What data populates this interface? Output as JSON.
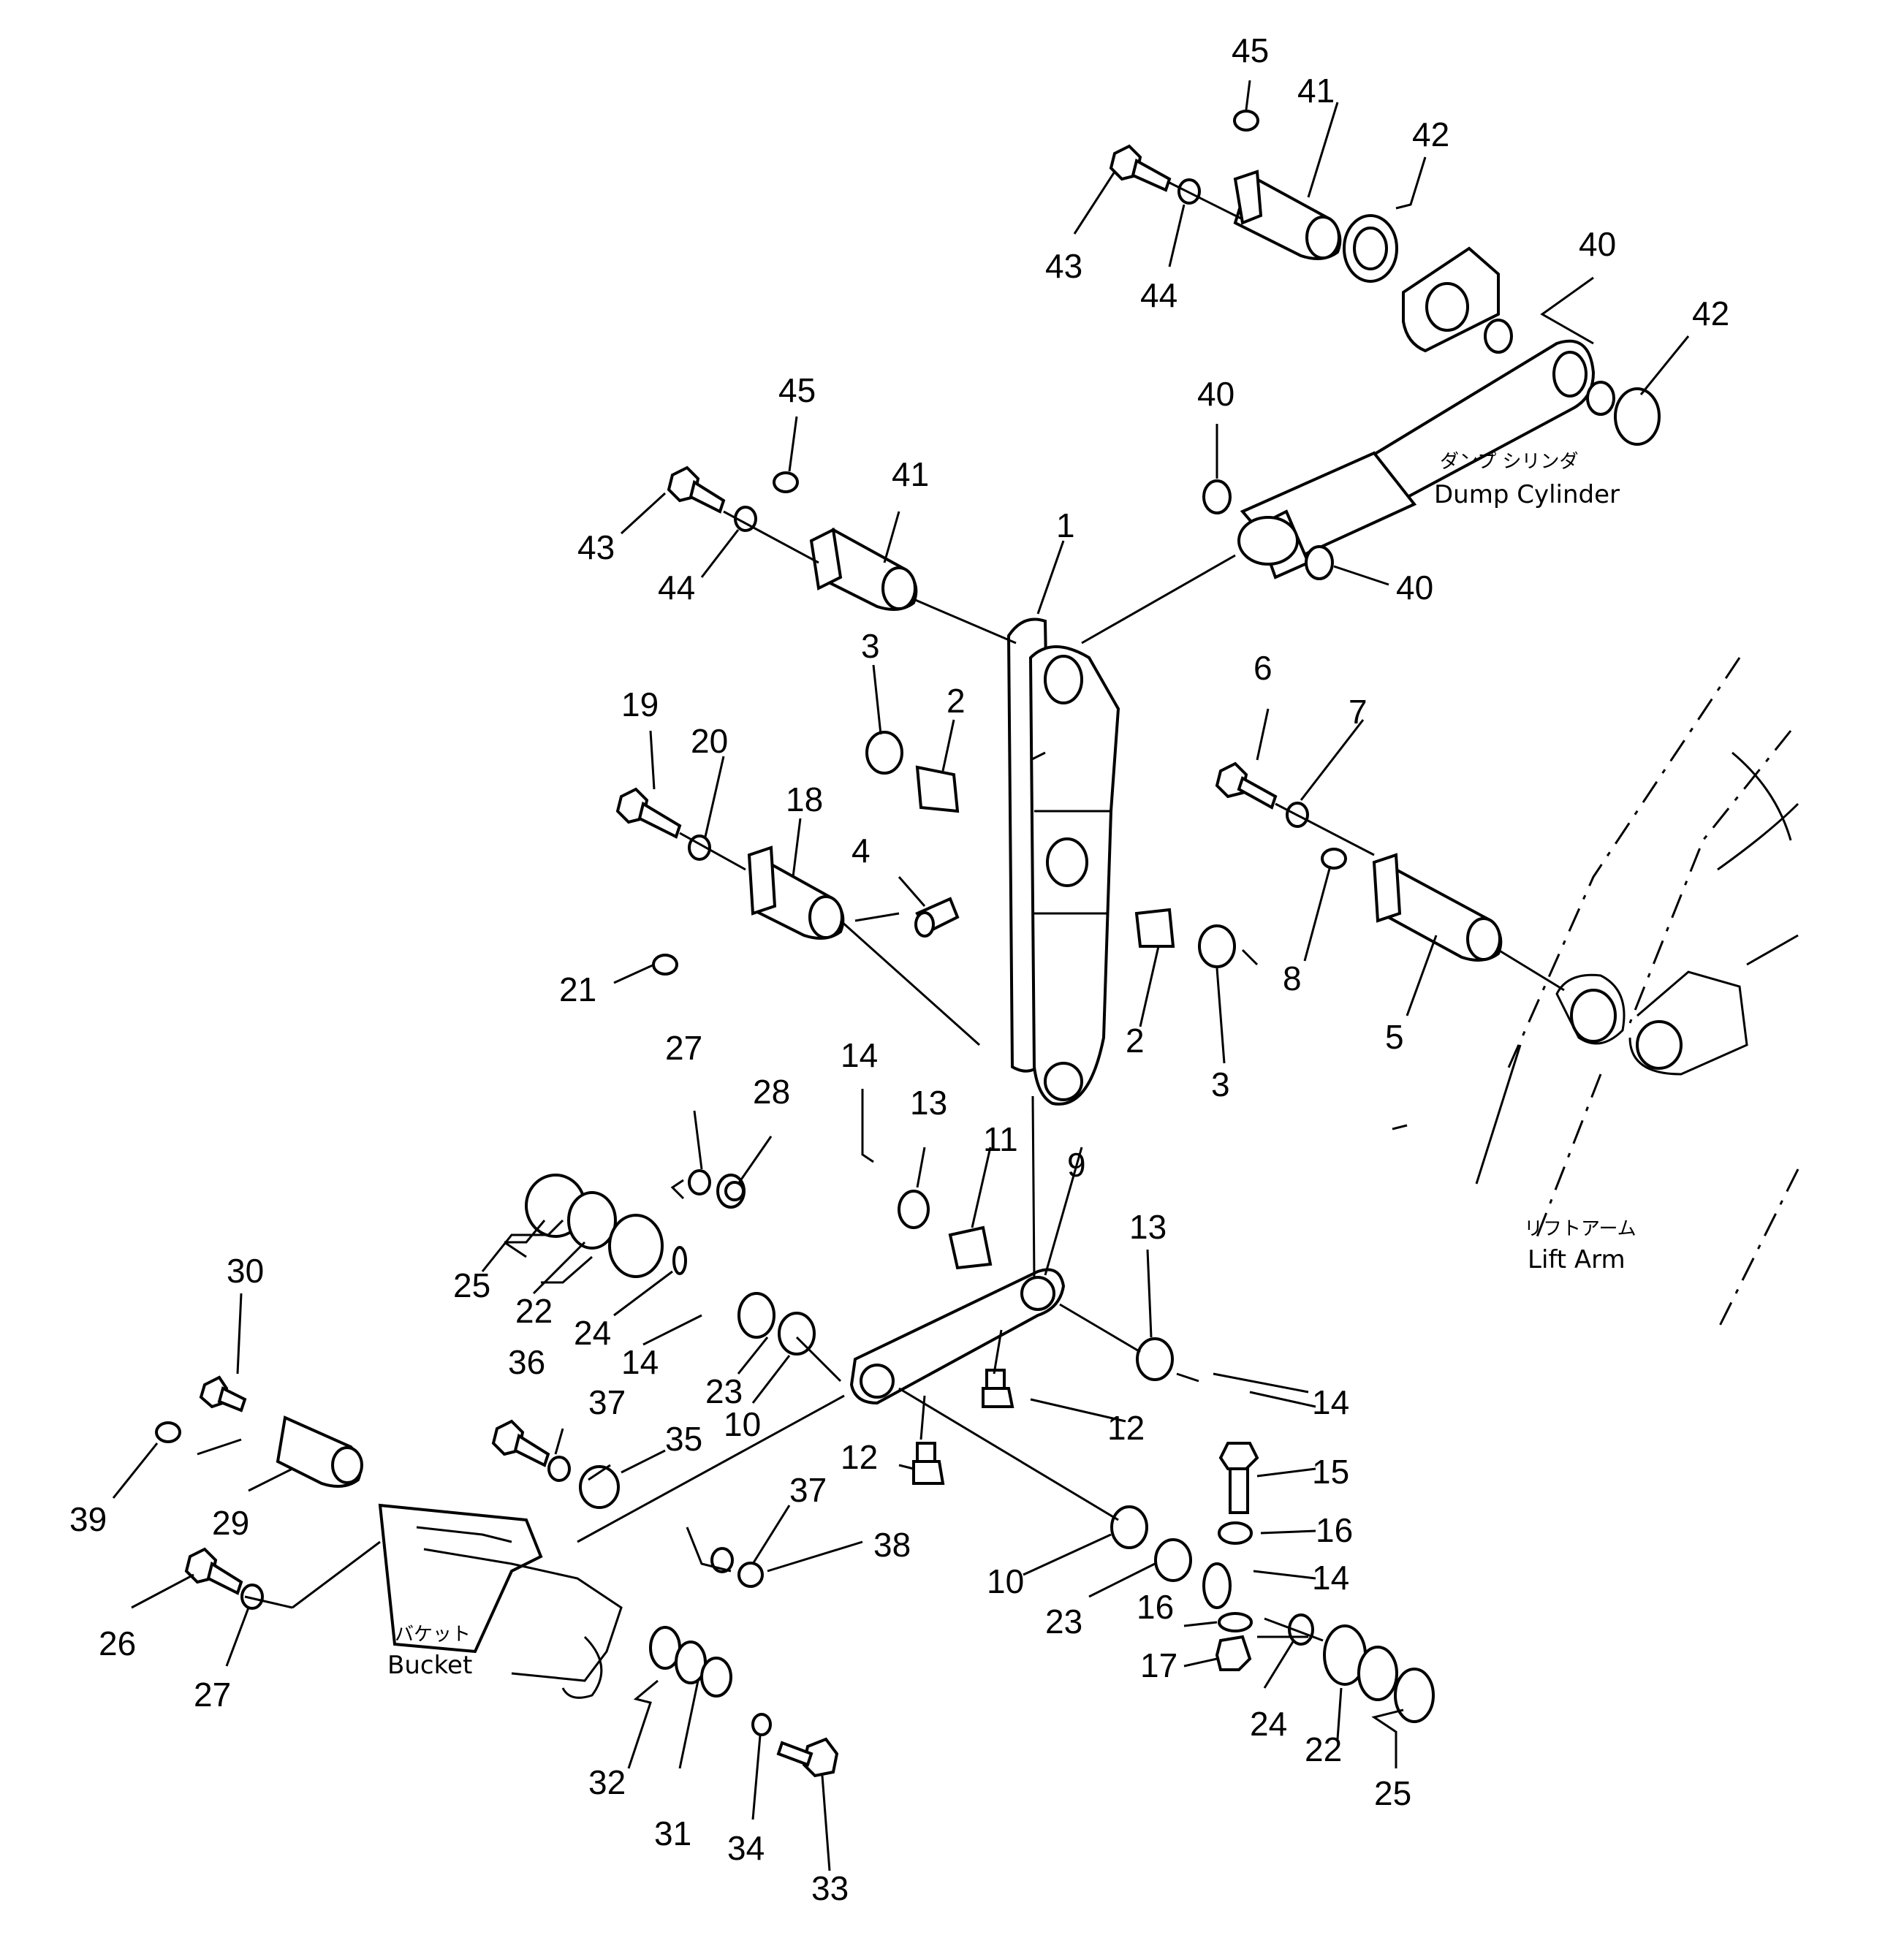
{
  "labels": {
    "dump_cylinder_jp": "ダンプ シリンダ",
    "dump_cylinder_en": "Dump Cylinder",
    "lift_arm_jp": "リフトアーム",
    "lift_arm_en": "Lift Arm",
    "bucket_jp": "バケット",
    "bucket_en": "Bucket"
  },
  "callouts": [
    "45",
    "41",
    "42",
    "43",
    "44",
    "40",
    "42",
    "40",
    "40",
    "45",
    "41",
    "43",
    "44",
    "1",
    "3",
    "2",
    "19",
    "20",
    "18",
    "4",
    "6",
    "7",
    "8",
    "5",
    "21",
    "2",
    "3",
    "27",
    "28",
    "14",
    "13",
    "11",
    "9",
    "13",
    "25",
    "22",
    "24",
    "14",
    "23",
    "10",
    "36",
    "37",
    "35",
    "12",
    "14",
    "30",
    "39",
    "29",
    "12",
    "37",
    "38",
    "15",
    "16",
    "14",
    "10",
    "23",
    "16",
    "17",
    "26",
    "27",
    "24",
    "22",
    "25",
    "32",
    "31",
    "34",
    "33"
  ]
}
